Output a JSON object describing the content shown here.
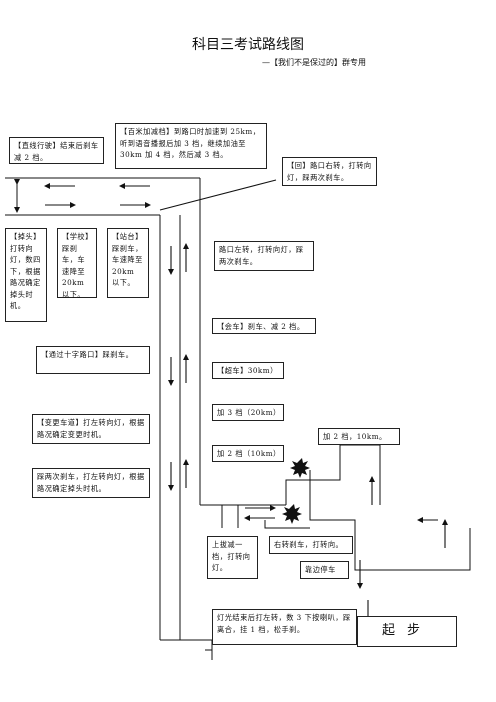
{
  "header": {
    "title": "科目三考试路线图",
    "subtitle": "—【我们不是保过的】群专用"
  },
  "boxes": {
    "straight_end": "【直线行驶】结束后刹车减 2 档。",
    "accel_decel": "【百米加减档】到路口时加速到 25km，听到语音播报后加 3 档，继续加油至 30km 加 4 档，然后减 3 档。",
    "turn_back": "【回】路口右转，打转向灯，踩两次刹车。",
    "uturn": "【掉头】打转向灯，数四下，根据路况确定掉头时机。",
    "school": "【学校】踩刹车，车速降至 20km 以下。",
    "bus_stop": "【站台】踩刹车，车速降至 20km 以下。",
    "left_turn": "路口左转，打转向灯，踩两次刹车。",
    "meet_car": "【会车】刹车、减 2 档。",
    "cross_intersection": "【通过十字路口】踩刹车。",
    "overtake": "【超车】30km）",
    "gear3": "加 3 档（20km）",
    "gear2_10": "加 2 档（10km）",
    "gear2_right": "加 2 档，10km。",
    "lane_change": "【变更车道】打左转向灯，根据路况确定变更时机。",
    "brake_uturn": "踩两次刹车，打左转向灯，根据路况确定掉头时机。",
    "start_up": "上拔减一档，打转向灯。",
    "right_brake": "右转刹车，打转向。",
    "park": "靠边停车",
    "lights_end": "灯光结束后打左转，数 3 下按喇叭，踩离合，挂 1 档，松手刹。",
    "start": "起步"
  }
}
